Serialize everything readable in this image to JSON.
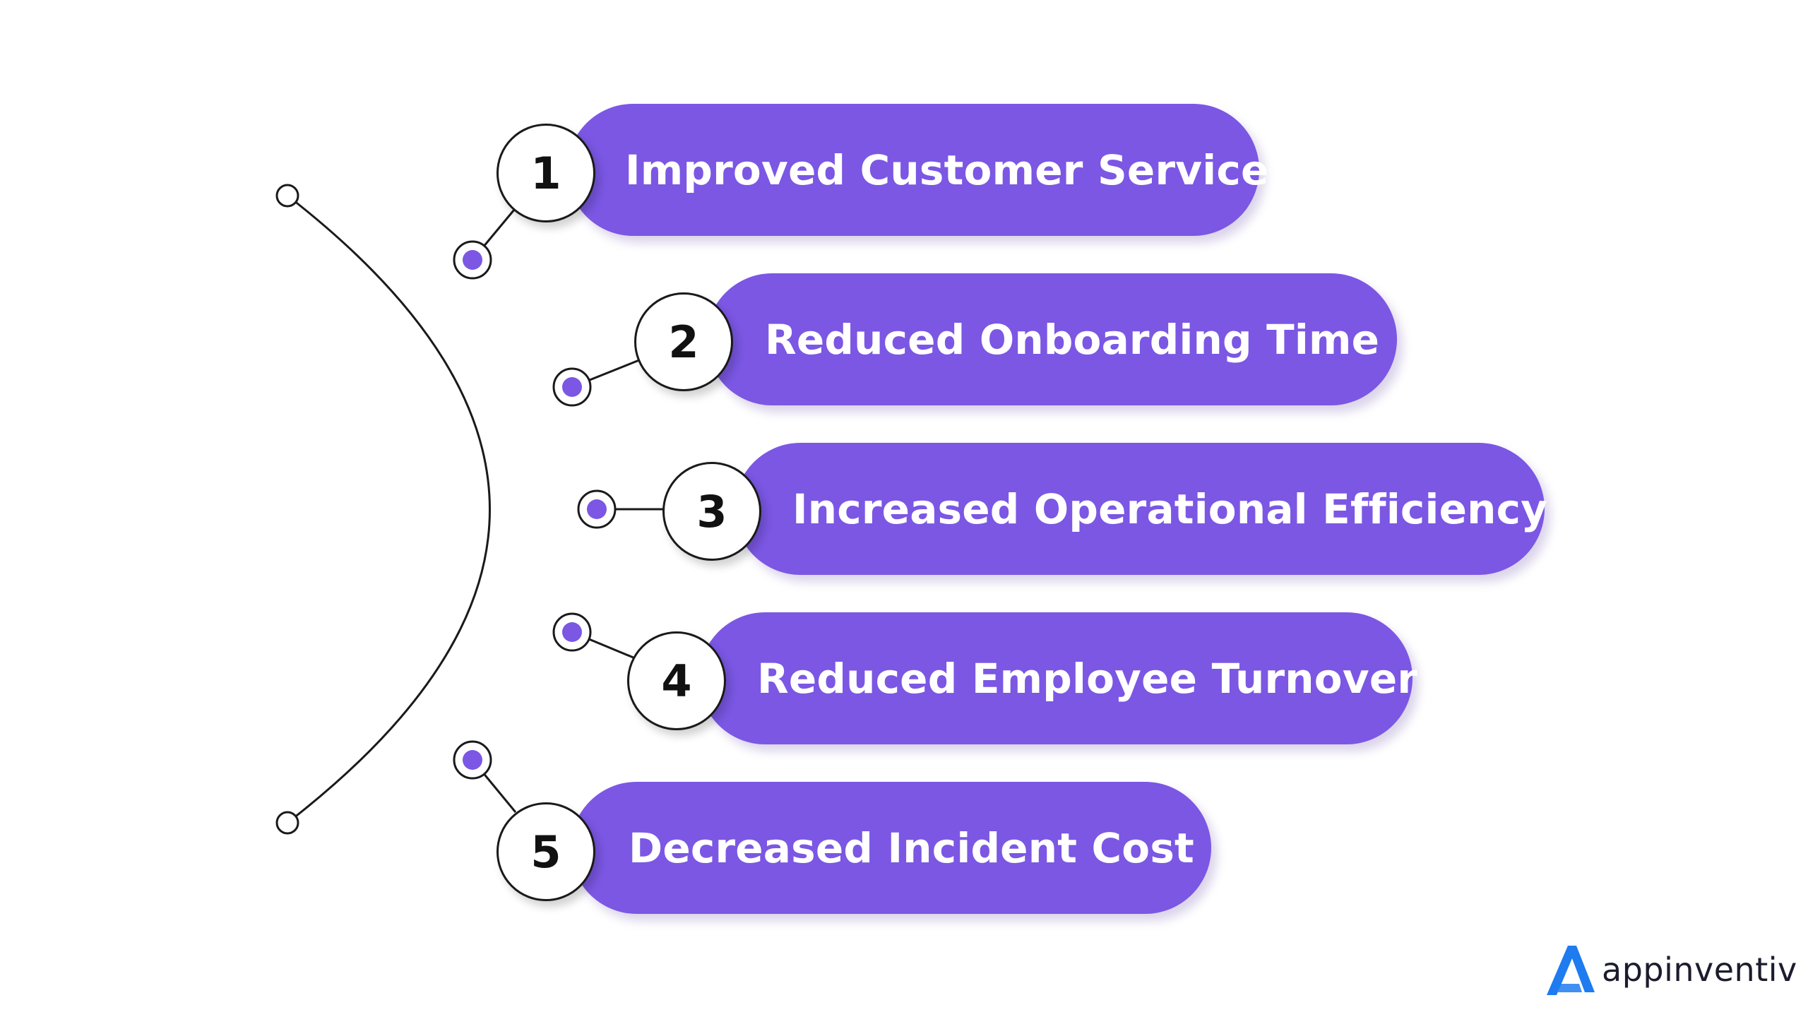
{
  "diagram": {
    "accent_color": "#7B57E4",
    "line_color": "#1a1a1a",
    "items": [
      {
        "number": "1",
        "label": "Improved Customer Service"
      },
      {
        "number": "2",
        "label": "Reduced Onboarding Time"
      },
      {
        "number": "3",
        "label": "Increased Operational Efficiency"
      },
      {
        "number": "4",
        "label": "Reduced Employee Turnover"
      },
      {
        "number": "5",
        "label": "Decreased Incident Cost"
      }
    ]
  },
  "logo": {
    "text": "appinventiv",
    "icon": "appinventiv-logo-icon",
    "color": "#1E7BF0"
  }
}
